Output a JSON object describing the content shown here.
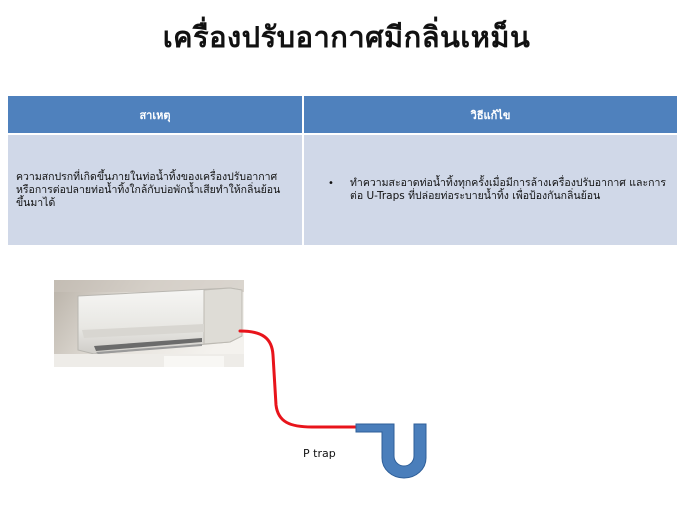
{
  "slide": {
    "title": "เครื่องปรับอากาศมีกลิ่นเหม็น"
  },
  "table": {
    "headers": [
      "สาเหตุ",
      "วิธีแก้ไข"
    ],
    "cause": "ความสกปรกที่เกิดขึ้นภายในท่อน้ำทิ้งของเครื่องปรับอากาศ หรือการต่อปลายท่อน้ำทิ้งใกล้กับบ่อพักน้ำเสียทำให้กลิ่นย้อนขึ้นมาได้",
    "solutions": [
      "ทำความสะอาดท่อน้ำทิ้งทุกครั้งเมื่อมีการล้างเครื่องปรับอากาศ และการต่อ U-Traps ที่ปล่อยท่อระบายน้ำทิ้ง เพื่อป้องกันกลิ่นย้อน"
    ],
    "bullet": "•"
  },
  "diagram": {
    "label": "P trap",
    "colors": {
      "drain_hose": "#e8141b",
      "trap_pipe": "#4a7ebb"
    }
  },
  "colors": {
    "header_bg": "#4f81bd",
    "cell_bg": "#d0d8e8"
  }
}
